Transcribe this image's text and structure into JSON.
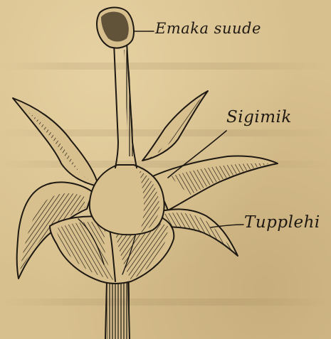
{
  "labels": {
    "anther": "Emaka suude",
    "pistil": "Sigimik",
    "sepal": "Tupplehi"
  },
  "colors": {
    "paper": "#d8c08e",
    "ink": "#1e1912"
  }
}
